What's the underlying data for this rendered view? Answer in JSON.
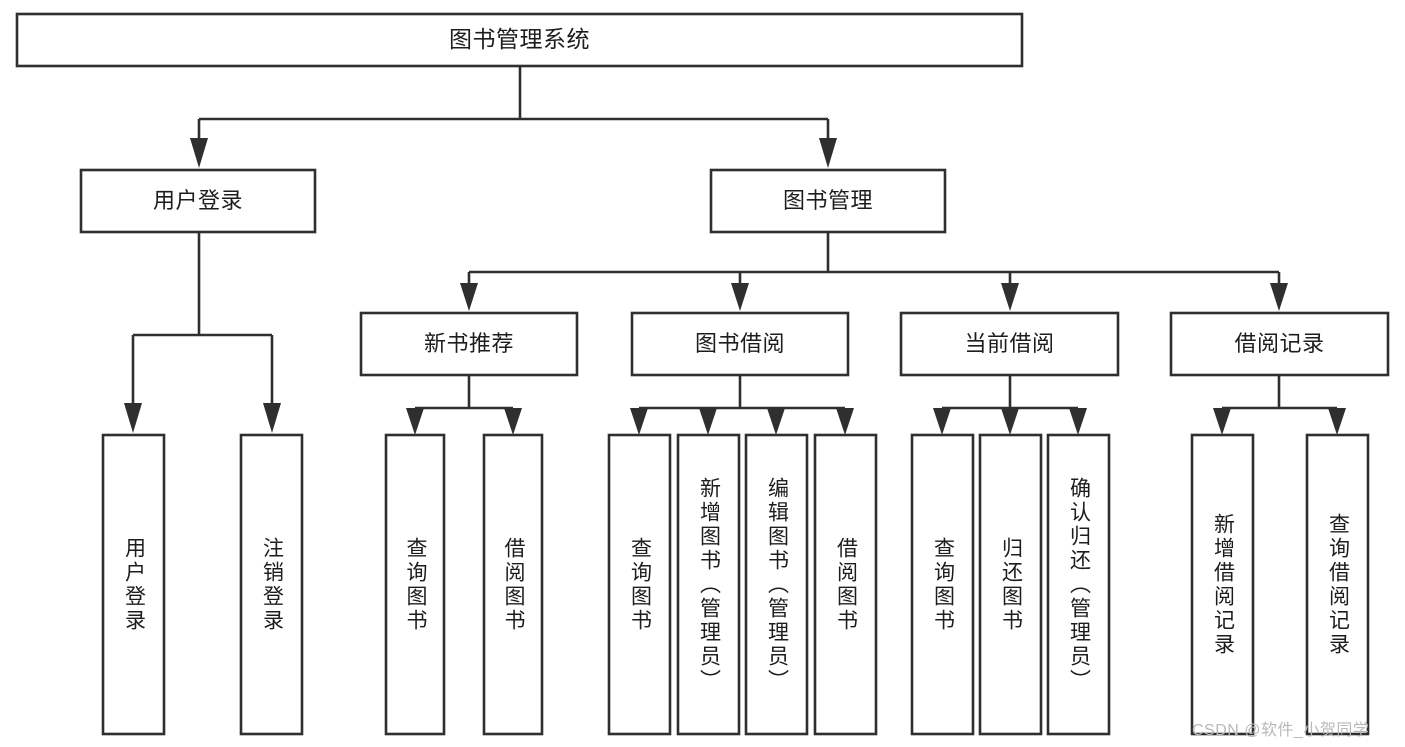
{
  "diagram": {
    "type": "tree-hierarchy-chart",
    "title": "图书管理系统",
    "orientation": "top-down",
    "colors": {
      "box_stroke": "#2f2f2f",
      "box_fill": "#ffffff",
      "text": "#1d1d1d",
      "connector": "#2f2f2f",
      "background": "#ffffff",
      "watermark": "#b9b9b9"
    },
    "root": {
      "label": "图书管理系统",
      "children": [
        {
          "label": "用户登录",
          "children": [
            {
              "label": "用户登录"
            },
            {
              "label": "注销登录"
            }
          ]
        },
        {
          "label": "图书管理",
          "children": [
            {
              "label": "新书推荐",
              "children": [
                {
                  "label": "查询图书"
                },
                {
                  "label": "借阅图书"
                }
              ]
            },
            {
              "label": "图书借阅",
              "children": [
                {
                  "label": "查询图书"
                },
                {
                  "label": "新增图书（管理员）"
                },
                {
                  "label": "编辑图书（管理员）"
                },
                {
                  "label": "借阅图书"
                }
              ]
            },
            {
              "label": "当前借阅",
              "children": [
                {
                  "label": "查询图书"
                },
                {
                  "label": "归还图书"
                },
                {
                  "label": "确认归还（管理员）"
                }
              ]
            },
            {
              "label": "借阅记录",
              "children": [
                {
                  "label": "新增借阅记录"
                },
                {
                  "label": "查询借阅记录"
                }
              ]
            }
          ]
        }
      ]
    },
    "nodes": {
      "root_title": "图书管理系统",
      "l1_user_login": "用户登录",
      "l1_book_manage": "图书管理",
      "l2_new_book_rec": "新书推荐",
      "l2_book_borrow": "图书借阅",
      "l2_current_borrow": "当前借阅",
      "l2_borrow_record": "借阅记录",
      "leaf_user_login": "用户登录",
      "leaf_logout": "注销登录",
      "leaf_rec_query": "查询图书",
      "leaf_rec_borrow": "借阅图书",
      "leaf_borrow_query": "查询图书",
      "leaf_borrow_add": "新增图书（管理员）",
      "leaf_borrow_edit": "编辑图书（管理员）",
      "leaf_borrow_borrow": "借阅图书",
      "leaf_current_query": "查询图书",
      "leaf_current_return": "归还图书",
      "leaf_current_confirm": "确认归还（管理员）",
      "leaf_record_add": "新增借阅记录",
      "leaf_record_query": "查询借阅记录"
    }
  },
  "watermark": {
    "text": "CSDN @软件_小贺同学"
  }
}
